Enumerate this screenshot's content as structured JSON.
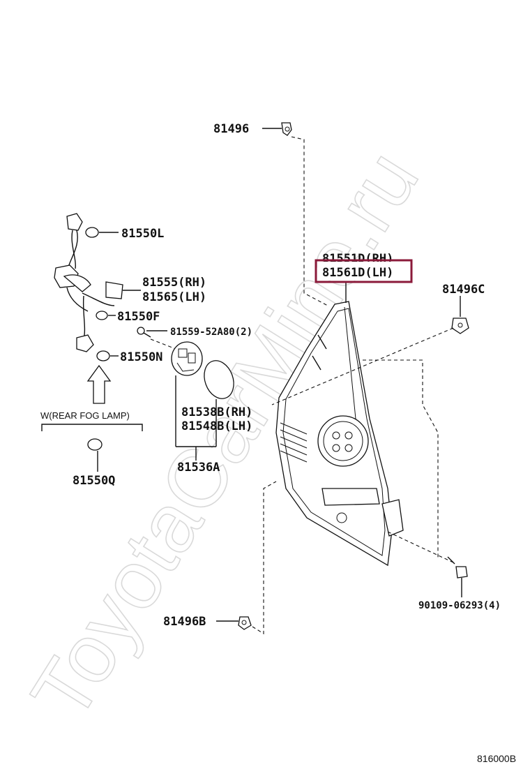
{
  "watermark": "ToyotaCarMine.ru",
  "labels": {
    "clip_top": "81496",
    "bulb_l": "81550L",
    "socket_rh": "81555(RH)",
    "socket_lh": "81565(LH)",
    "bulb_f": "81550F",
    "screw": "81559-52A80(2)",
    "bulb_n": "81550N",
    "lamp_rh": "81551D(RH)",
    "lamp_lh_highlighted": "81561D(LH)",
    "clip_c": "81496C",
    "cover_rh": "81538B(RH)",
    "cover_lh": "81548B(LH)",
    "cover_set": "81536A",
    "bulb_q": "81550Q",
    "clip_b": "81496B",
    "bolt": "90109-06293(4)"
  },
  "note_rear_fog": "W(REAR FOG LAMP)",
  "diagram_code": "816000B",
  "highlight_color": "#8b1a3a"
}
